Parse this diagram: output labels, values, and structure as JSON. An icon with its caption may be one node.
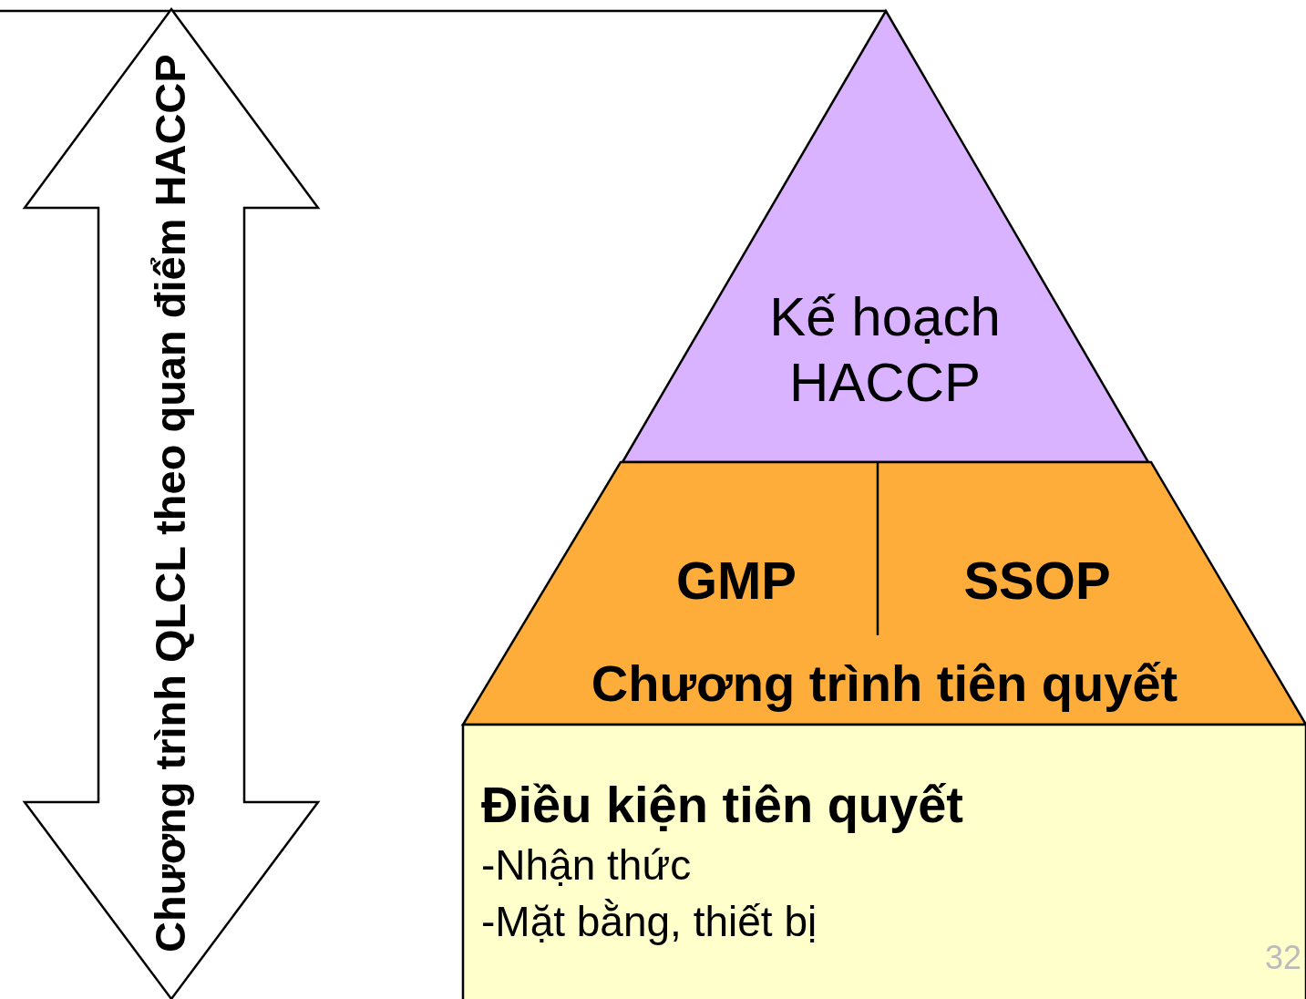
{
  "diagram": {
    "nodes": [
      {
        "text": [
          "Chương trình QLCL theo quan điểm HACCP"
        ]
      },
      {
        "text": [
          "Kế hoạch HACCP"
        ]
      },
      {
        "text": [
          "Chương trình tiên quyết"
        ]
      },
      {
        "text": [
          "GMP"
        ],
        "in": 2
      },
      {
        "text": [
          "SSOP"
        ],
        "in": 2
      },
      {
        "text": [
          "Điều kiện tiên quyết",
          "-Nhận thức",
          "-Mặt bằng, thiết bị"
        ]
      }
    ],
    "labels": [
      "32"
    ]
  }
}
